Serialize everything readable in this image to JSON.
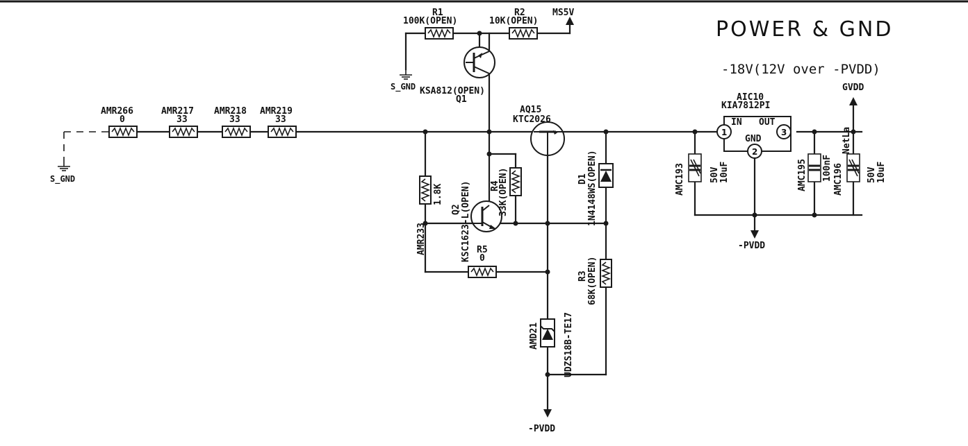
{
  "title": "POWER & GND",
  "subtitle": "-18V(12V over -PVDD)",
  "nets": {
    "ms5v": "MS5V",
    "gvdd": "GVDD",
    "pvdd_right": "-PVDD",
    "pvdd_bottom": "-PVDD",
    "sgnd_left": "S_GND",
    "sgnd_top": "S_GND"
  },
  "components": {
    "r1": {
      "ref": "R1",
      "value": "100K(OPEN)"
    },
    "r2": {
      "ref": "R2",
      "value": "10K(OPEN)"
    },
    "q1": {
      "ref": "Q1",
      "value": "KSA812(OPEN)"
    },
    "amr266": {
      "ref": "AMR266",
      "value": "0"
    },
    "amr217": {
      "ref": "AMR217",
      "value": "33"
    },
    "amr218": {
      "ref": "AMR218",
      "value": "33"
    },
    "amr219": {
      "ref": "AMR219",
      "value": "33"
    },
    "aq15": {
      "ref": "AQ15",
      "value": "KTC2026"
    },
    "amr233": {
      "ref": "AMR233",
      "value": "1.8K"
    },
    "q2": {
      "ref": "Q2",
      "value": "KSC1623-L(OPEN)"
    },
    "r4": {
      "ref": "R4",
      "value": "33K(OPEN)"
    },
    "r5": {
      "ref": "R5",
      "value": "0"
    },
    "d1": {
      "ref": "D1",
      "value": "1N4148WS(OPEN)"
    },
    "r3": {
      "ref": "R3",
      "value": "68K(OPEN)"
    },
    "amd21": {
      "ref": "AMD21",
      "value": "UDZS18B-TE17"
    },
    "aic10": {
      "ref": "AIC10",
      "value": "KIA7812PI",
      "pin_in": "IN",
      "pin_out": "OUT",
      "pin_gnd": "GND",
      "pin1": "1",
      "pin2": "2",
      "pin3": "3"
    },
    "amc193": {
      "ref": "AMC193",
      "voltage": "50V",
      "value": "10uF"
    },
    "amc195": {
      "ref": "AMC195",
      "value": "100nF"
    },
    "amc196": {
      "ref": "AMC196",
      "voltage": "50V",
      "value": "10uF",
      "note": "NetLa"
    }
  }
}
